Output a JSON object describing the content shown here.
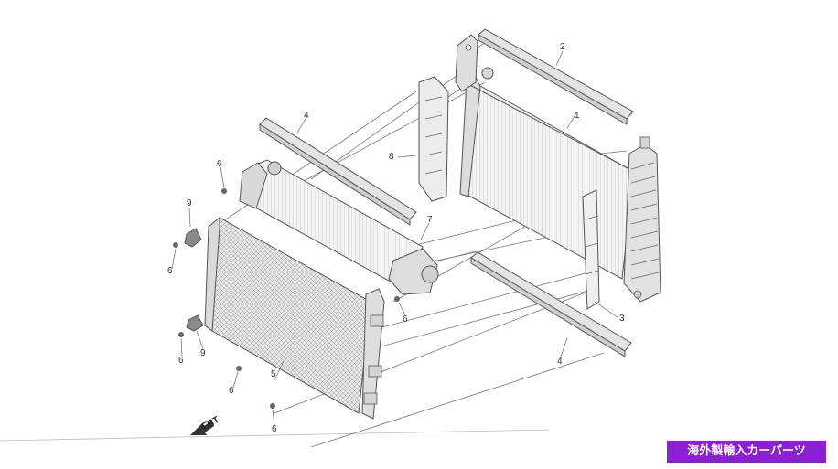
{
  "diagram": {
    "callouts": {
      "c1": "1",
      "c2": "2",
      "c3": "3",
      "c4a": "4",
      "c4b": "4",
      "c5": "5",
      "c6a": "6",
      "c6b": "6",
      "c6c": "6",
      "c6d": "6",
      "c6e": "6",
      "c6f": "6",
      "c7": "7",
      "c8": "8",
      "c9a": "9",
      "c9b": "9"
    },
    "front_arrow_label": "FRT"
  },
  "banner": {
    "text": "海外製輸入カーパーツ",
    "color": "#8b1fd6"
  }
}
